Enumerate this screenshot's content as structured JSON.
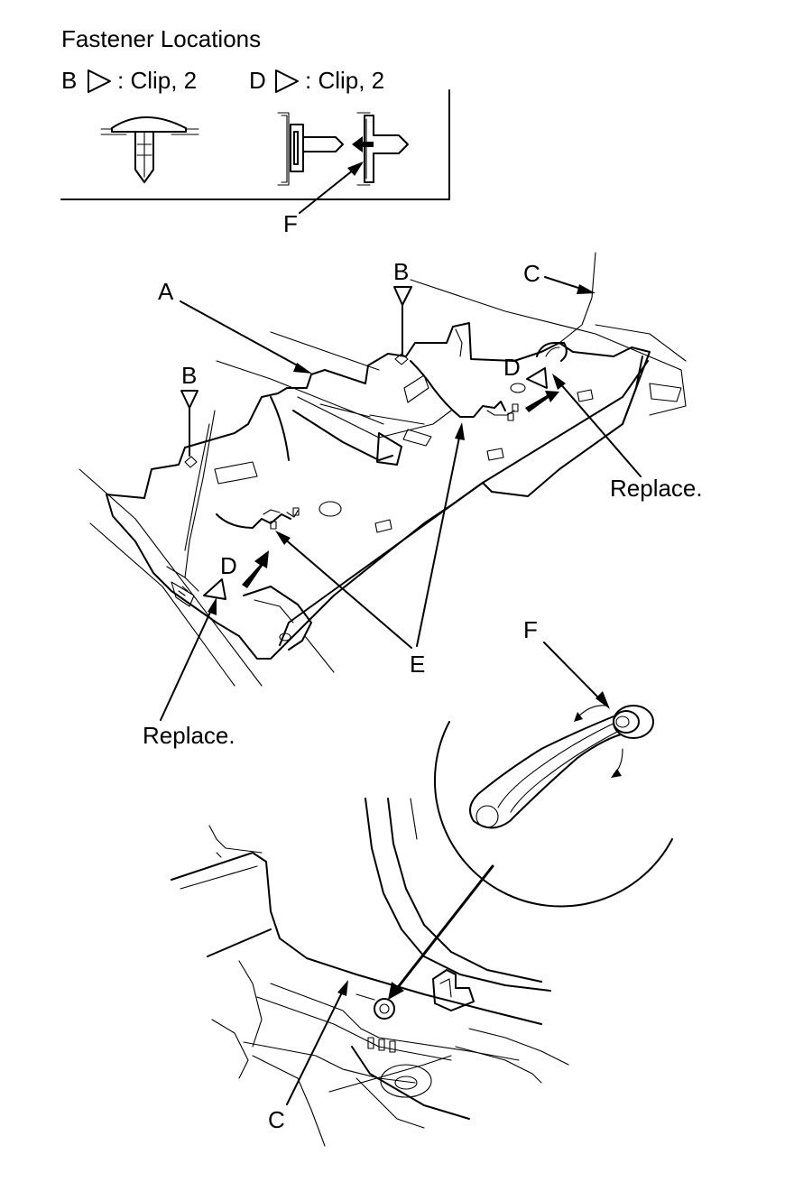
{
  "legend": {
    "title": "Fastener Locations",
    "b_letter": "B",
    "b_text": ": Clip, 2",
    "d_letter": "D",
    "d_text": ": Clip, 2"
  },
  "labels": {
    "A": "A",
    "B": "B",
    "C": "C",
    "D": "D",
    "E": "E",
    "F": "F",
    "replace": "Replace."
  }
}
